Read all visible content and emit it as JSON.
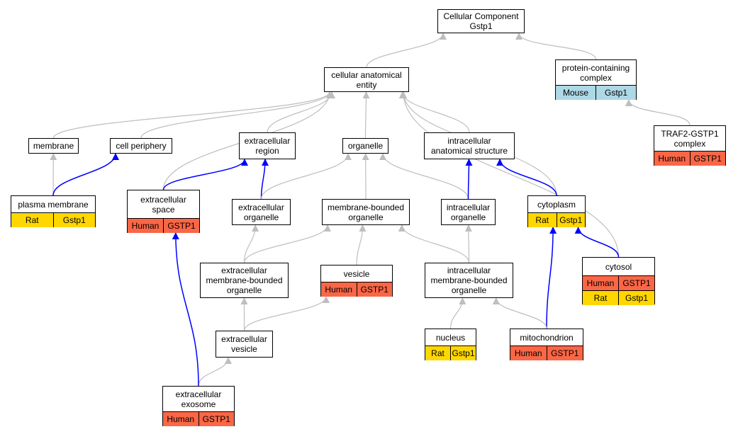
{
  "colors": {
    "human": "#fa6646",
    "rat": "#ffd700",
    "mouse": "#add8e6",
    "gray_edge": "#bebebe",
    "blue_edge": "#0000ff"
  },
  "nodes": [
    {
      "id": "cellular-component-gstp1",
      "lines": [
        "Cellular Component",
        "Gstp1"
      ],
      "rows": []
    },
    {
      "id": "cellular-anatomical-entity",
      "lines": [
        "cellular anatomical",
        "entity"
      ],
      "rows": []
    },
    {
      "id": "protein-containing-complex",
      "lines": [
        "protein-containing",
        "complex"
      ],
      "rows": [
        [
          {
            "text": "Mouse",
            "color": "mouse"
          },
          {
            "text": "Gstp1",
            "color": "mouse"
          }
        ]
      ]
    },
    {
      "id": "membrane",
      "lines": [
        "membrane"
      ],
      "rows": []
    },
    {
      "id": "cell-periphery",
      "lines": [
        "cell periphery"
      ],
      "rows": []
    },
    {
      "id": "extracellular-region",
      "lines": [
        "extracellular",
        "region"
      ],
      "rows": []
    },
    {
      "id": "organelle",
      "lines": [
        "organelle"
      ],
      "rows": []
    },
    {
      "id": "intracellular-anatomical-structure",
      "lines": [
        "intracellular",
        "anatomical structure"
      ],
      "rows": []
    },
    {
      "id": "traf2-gstp1-complex",
      "lines": [
        "TRAF2-GSTP1",
        "complex"
      ],
      "rows": [
        [
          {
            "text": "Human",
            "color": "human"
          },
          {
            "text": "GSTP1",
            "color": "human"
          }
        ]
      ]
    },
    {
      "id": "plasma-membrane",
      "lines": [
        "plasma membrane"
      ],
      "rows": [
        [
          {
            "text": "Rat",
            "color": "rat"
          },
          {
            "text": "Gstp1",
            "color": "rat"
          }
        ]
      ]
    },
    {
      "id": "extracellular-space",
      "lines": [
        "extracellular",
        "space"
      ],
      "rows": [
        [
          {
            "text": "Human",
            "color": "human"
          },
          {
            "text": "GSTP1",
            "color": "human"
          }
        ]
      ]
    },
    {
      "id": "extracellular-organelle",
      "lines": [
        "extracellular",
        "organelle"
      ],
      "rows": []
    },
    {
      "id": "membrane-bounded-organelle",
      "lines": [
        "membrane-bounded",
        "organelle"
      ],
      "rows": []
    },
    {
      "id": "intracellular-organelle",
      "lines": [
        "intracellular",
        "organelle"
      ],
      "rows": []
    },
    {
      "id": "cytoplasm",
      "lines": [
        "cytoplasm"
      ],
      "rows": [
        [
          {
            "text": "Rat",
            "color": "rat"
          },
          {
            "text": "Gstp1",
            "color": "rat"
          }
        ]
      ]
    },
    {
      "id": "cytosol",
      "lines": [
        "cytosol"
      ],
      "rows": [
        [
          {
            "text": "Human",
            "color": "human"
          },
          {
            "text": "GSTP1",
            "color": "human"
          }
        ],
        [
          {
            "text": "Rat",
            "color": "rat"
          },
          {
            "text": "Gstp1",
            "color": "rat"
          }
        ]
      ]
    },
    {
      "id": "extracellular-membrane-bounded-organelle",
      "lines": [
        "extracellular",
        "membrane-bounded",
        "organelle"
      ],
      "rows": []
    },
    {
      "id": "vesicle",
      "lines": [
        "vesicle"
      ],
      "rows": [
        [
          {
            "text": "Human",
            "color": "human"
          },
          {
            "text": "GSTP1",
            "color": "human"
          }
        ]
      ]
    },
    {
      "id": "intracellular-membrane-bounded-organelle",
      "lines": [
        "intracellular",
        "membrane-bounded",
        "organelle"
      ],
      "rows": []
    },
    {
      "id": "extracellular-vesicle",
      "lines": [
        "extracellular",
        "vesicle"
      ],
      "rows": []
    },
    {
      "id": "nucleus",
      "lines": [
        "nucleus"
      ],
      "rows": [
        [
          {
            "text": "Rat",
            "color": "rat"
          },
          {
            "text": "Gstp1",
            "color": "rat"
          }
        ]
      ]
    },
    {
      "id": "mitochondrion",
      "lines": [
        "mitochondrion"
      ],
      "rows": [
        [
          {
            "text": "Human",
            "color": "human"
          },
          {
            "text": "GSTP1",
            "color": "human"
          }
        ]
      ]
    },
    {
      "id": "extracellular-exosome",
      "lines": [
        "extracellular",
        "exosome"
      ],
      "rows": [
        [
          {
            "text": "Human",
            "color": "human"
          },
          {
            "text": "GSTP1",
            "color": "human"
          }
        ]
      ]
    }
  ],
  "edges": [
    {
      "from": "cellular-anatomical-entity",
      "to": "cellular-component-gstp1",
      "kind": "gray"
    },
    {
      "from": "protein-containing-complex",
      "to": "cellular-component-gstp1",
      "kind": "gray"
    },
    {
      "from": "traf2-gstp1-complex",
      "to": "protein-containing-complex",
      "kind": "gray"
    },
    {
      "from": "membrane",
      "to": "cellular-anatomical-entity",
      "kind": "gray"
    },
    {
      "from": "cell-periphery",
      "to": "cellular-anatomical-entity",
      "kind": "gray"
    },
    {
      "from": "extracellular-space",
      "to": "cellular-anatomical-entity",
      "kind": "gray"
    },
    {
      "from": "extracellular-region",
      "to": "cellular-anatomical-entity",
      "kind": "gray"
    },
    {
      "from": "organelle",
      "to": "cellular-anatomical-entity",
      "kind": "gray"
    },
    {
      "from": "intracellular-anatomical-structure",
      "to": "cellular-anatomical-entity",
      "kind": "gray"
    },
    {
      "from": "cytoplasm",
      "to": "cellular-anatomical-entity",
      "kind": "gray"
    },
    {
      "from": "cytosol",
      "to": "cellular-anatomical-entity",
      "kind": "gray"
    },
    {
      "from": "plasma-membrane",
      "to": "membrane",
      "kind": "gray"
    },
    {
      "from": "plasma-membrane",
      "to": "cell-periphery",
      "kind": "blue"
    },
    {
      "from": "extracellular-space",
      "to": "extracellular-region",
      "kind": "blue"
    },
    {
      "from": "extracellular-organelle",
      "to": "extracellular-region",
      "kind": "blue"
    },
    {
      "from": "extracellular-organelle",
      "to": "organelle",
      "kind": "gray"
    },
    {
      "from": "membrane-bounded-organelle",
      "to": "organelle",
      "kind": "gray"
    },
    {
      "from": "intracellular-organelle",
      "to": "organelle",
      "kind": "gray"
    },
    {
      "from": "intracellular-organelle",
      "to": "intracellular-anatomical-structure",
      "kind": "blue"
    },
    {
      "from": "cytoplasm",
      "to": "intracellular-anatomical-structure",
      "kind": "blue"
    },
    {
      "from": "extracellular-membrane-bounded-organelle",
      "to": "extracellular-organelle",
      "kind": "gray"
    },
    {
      "from": "extracellular-membrane-bounded-organelle",
      "to": "membrane-bounded-organelle",
      "kind": "gray"
    },
    {
      "from": "vesicle",
      "to": "membrane-bounded-organelle",
      "kind": "gray"
    },
    {
      "from": "intracellular-membrane-bounded-organelle",
      "to": "membrane-bounded-organelle",
      "kind": "gray"
    },
    {
      "from": "intracellular-membrane-bounded-organelle",
      "to": "intracellular-organelle",
      "kind": "gray"
    },
    {
      "from": "cytosol",
      "to": "cytoplasm",
      "kind": "blue"
    },
    {
      "from": "mitochondrion",
      "to": "cytoplasm",
      "kind": "blue"
    },
    {
      "from": "extracellular-vesicle",
      "to": "extracellular-membrane-bounded-organelle",
      "kind": "gray"
    },
    {
      "from": "extracellular-vesicle",
      "to": "vesicle",
      "kind": "gray"
    },
    {
      "from": "nucleus",
      "to": "intracellular-membrane-bounded-organelle",
      "kind": "gray"
    },
    {
      "from": "mitochondrion",
      "to": "intracellular-membrane-bounded-organelle",
      "kind": "gray"
    },
    {
      "from": "extracellular-exosome",
      "to": "extracellular-vesicle",
      "kind": "gray"
    },
    {
      "from": "extracellular-exosome",
      "to": "extracellular-space",
      "kind": "blue"
    }
  ]
}
